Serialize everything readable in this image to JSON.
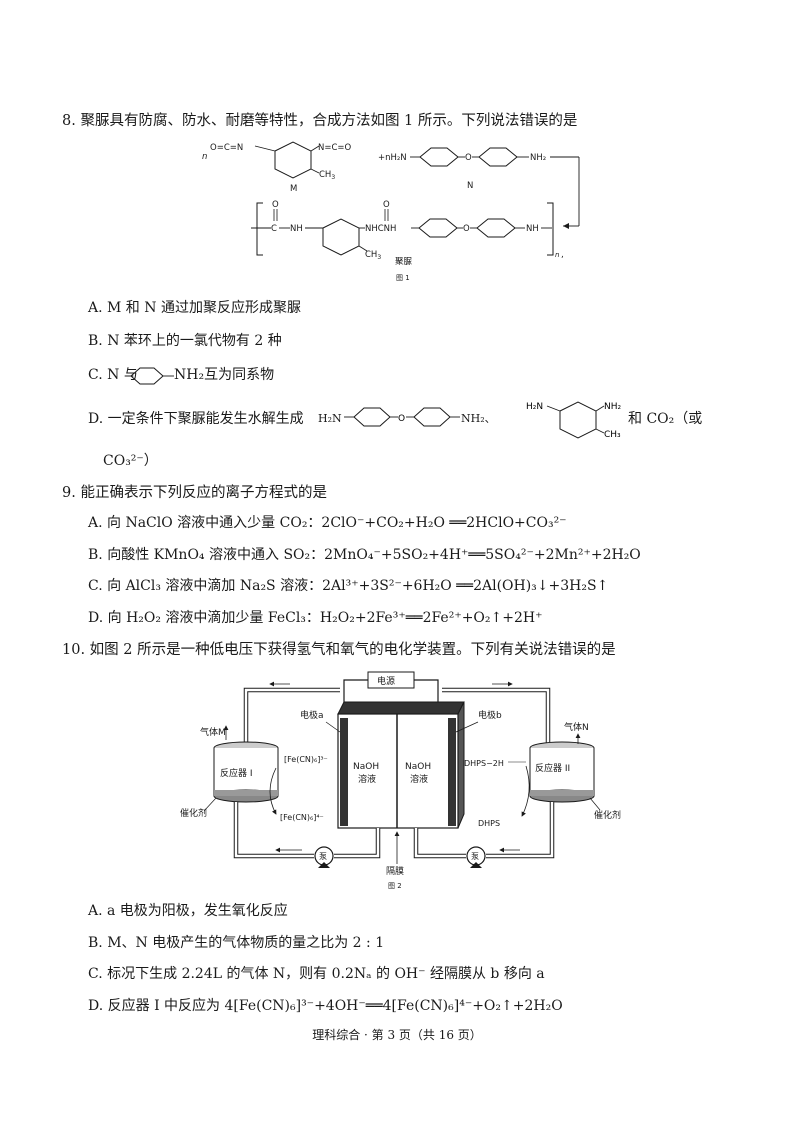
{
  "q8": {
    "stem": "8. 聚脲具有防腐、防水、耐磨等特性，合成方法如图 1 所示。下列说法错误的是",
    "fig": {
      "m_label": "M",
      "n_label": "N",
      "product_label": "聚脲",
      "caption": "图 1",
      "coef_n": "n",
      "nco": "N=C=O",
      "ocn": "O=C=N",
      "ch3": "CH",
      "plus_h2n": "+nH₂N",
      "nh2": "NH₂",
      "o": "O",
      "nh": "NH",
      "nhcnh": "NHCNH",
      "c": "C",
      "n_sub": "n",
      "comma": ","
    },
    "options": [
      "A. M 和 N 通过加聚反应形成聚脲",
      "B. N 苯环上的一氯代物有 2 种",
      "C. N 与",
      "D. 一定条件下聚脲能发生水解生成"
    ],
    "c_tail": "NH₂互为同系物",
    "d_mid1": "H₂N",
    "d_mid2": "NH₂、",
    "d_tail": "和 CO₂（或",
    "d_line2": "CO₃²⁻）",
    "d_h2n": "H₂N",
    "d_nh2": "NH₂",
    "d_ch3": "CH₃"
  },
  "q9": {
    "stem": "9. 能正确表示下列反应的离子方程式的是",
    "options": [
      "A. 向 NaClO 溶液中通入少量 CO₂：2ClO⁻+CO₂+H₂O ══2HClO+CO₃²⁻",
      "B. 向酸性 KMnO₄ 溶液中通入 SO₂：2MnO₄⁻+5SO₂+4H⁺══5SO₄²⁻+2Mn²⁺+2H₂O",
      "C. 向 AlCl₃ 溶液中滴加 Na₂S 溶液：2Al³⁺+3S²⁻+6H₂O ══2Al(OH)₃↓+3H₂S↑",
      "D. 向 H₂O₂ 溶液中滴加少量 FeCl₃：H₂O₂+2Fe³⁺══2Fe²⁺+O₂↑+2H⁺"
    ]
  },
  "q10": {
    "stem": "10. 如图 2 所示是一种低电压下获得氢气和氧气的电化学装置。下列有关说法错误的是",
    "fig": {
      "power": "电源",
      "electrode_a": "电极a",
      "electrode_b": "电极b",
      "gas_m": "气体M",
      "gas_n": "气体N",
      "reactor1": "反应器 I",
      "reactor2": "反应器 II",
      "fe_a": "[Fe(CN)₆]³⁻",
      "fe_b": "[Fe(CN)₆]⁴⁻",
      "naoh1": "NaOH",
      "sol1": "溶液",
      "naoh2": "NaOH",
      "sol2": "溶液",
      "dhps2h": "DHPS−2H",
      "dhps": "DHPS",
      "cat1": "催化剂",
      "cat2": "催化剂",
      "membrane": "隔膜",
      "pump1": "泵",
      "pump2": "泵",
      "caption": "图 2"
    },
    "options": [
      "A. a 电极为阳极，发生氧化反应",
      "B. M、N 电极产生的气体物质的量之比为 2 : 1",
      "C. 标况下生成 2.24L 的气体 N，则有 0.2Nₐ 的 OH⁻ 经隔膜从 b 移向 a",
      "D. 反应器 I 中反应为 4[Fe(CN)₆]³⁻+4OH⁻══4[Fe(CN)₆]⁴⁻+O₂↑+2H₂O"
    ]
  },
  "footer": "理科综合 · 第 3 页（共 16 页）"
}
